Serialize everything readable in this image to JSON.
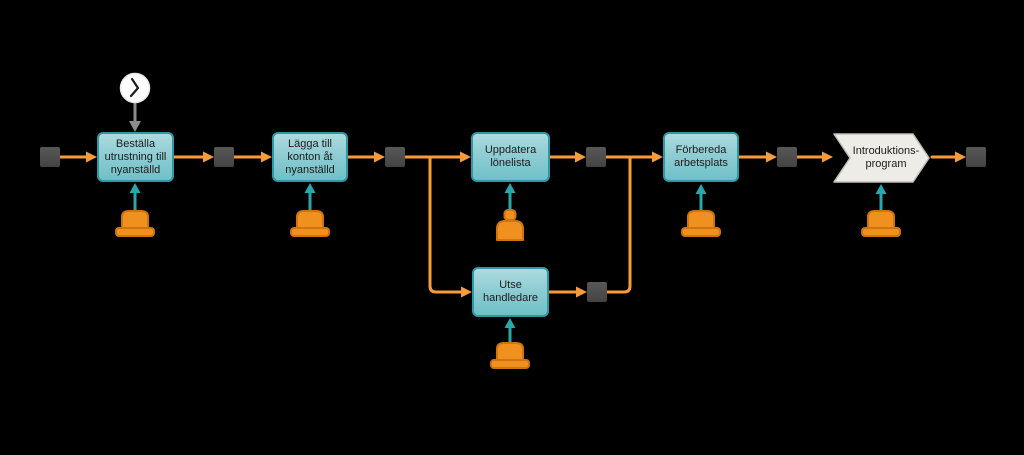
{
  "diagram": {
    "description": "Onboarding process flow (event-driven process chain)",
    "background_color": "#000000",
    "palette": {
      "flow_arrow_orange": "#F79B3C",
      "resource_arrow_teal": "#2AA7AC",
      "trigger_arrow_gray": "#8C8C8C",
      "task_fill_top": "#ACDBDF",
      "task_fill_bottom": "#6FC0C8",
      "task_border": "#2F99A3",
      "connector_node_fill": "#4A4A4A",
      "milestone_fill": "#EDECE7",
      "milestone_border": "#C0BFB7",
      "resource_icon_fill": "#F0901E",
      "resource_icon_stroke": "#CE7511",
      "clock_face_fill": "#FFFFFF",
      "text_color": "#1C1C1C"
    },
    "start_event": {
      "icon": "timer-clock-icon"
    },
    "tasks": [
      {
        "id": "order-equipment",
        "label": "Beställa\nutrustning till\nnyanställd",
        "resource_icon": "role-hat-icon"
      },
      {
        "id": "add-accounts",
        "label": "Lägga till\nkonton åt\nnyanställd",
        "resource_icon": "role-hat-icon"
      },
      {
        "id": "update-payroll",
        "label": "Uppdatera\nlönelista",
        "resource_icon": "person-icon"
      },
      {
        "id": "appoint-supervisor",
        "label": "Utse\nhandledare",
        "resource_icon": "role-hat-icon"
      },
      {
        "id": "prepare-workplace",
        "label": "Förbereda\narbetsplats",
        "resource_icon": "role-hat-icon"
      }
    ],
    "milestone": {
      "id": "introduction-program",
      "label": "Introduktions-\nprogram",
      "resource_icon": "role-hat-icon"
    },
    "connector_node_count": 7,
    "flows": [
      "timer-clock → Beställa utrustning till nyanställd (gray trigger)",
      "start node → Beställa utrustning till nyanställd",
      "Beställa utrustning till nyanställd → node → Lägga till konton åt nyanställd",
      "Lägga till konton åt nyanställd → node → split: Uppdatera lönelista AND Utse handledare",
      "Uppdatera lönelista → node → merge",
      "Utse handledare → node → merge",
      "merge → Förbereda arbetsplats → node → Introduktions-program → end node",
      "each resource icon → its task (teal arrow pointing up)"
    ]
  }
}
